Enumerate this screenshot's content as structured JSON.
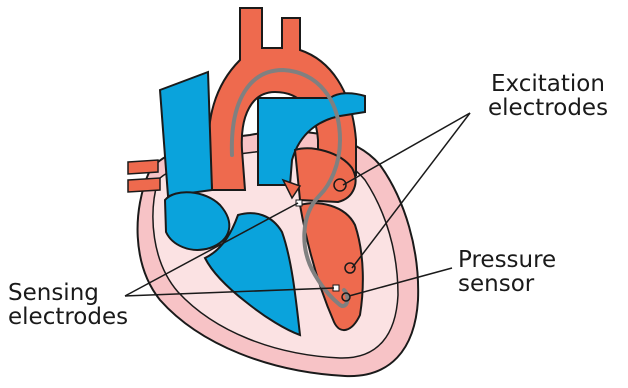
{
  "labels": {
    "excitation": [
      "Excitation",
      "electrodes"
    ],
    "pressure": [
      "Pressure",
      "sensor"
    ],
    "sensing": [
      "Sensing",
      "electrodes"
    ]
  },
  "colors": {
    "pericardium": "#f7c3c6",
    "tissue": "#fbe2e3",
    "artery_red": "#ee6a4e",
    "vein_blue": "#0aa3dc",
    "outline": "#1a1a1a",
    "lead": "#808080"
  }
}
